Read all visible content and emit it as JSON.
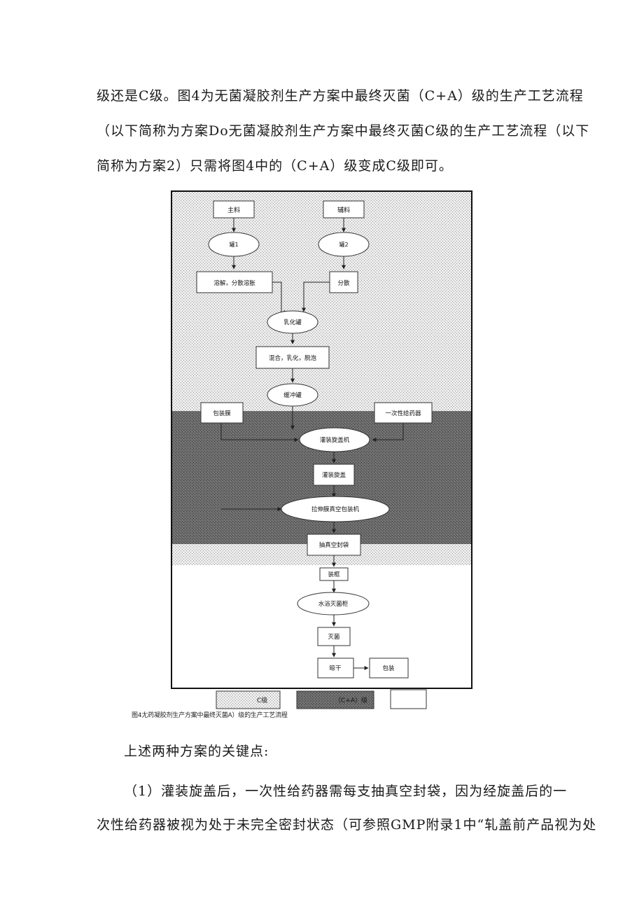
{
  "paragraphs": {
    "p1_line1": "级还是C级。图4为无菌凝胶剂生产方案中最终灭菌（C+A）级的生产工艺流程",
    "p1_line2": "（以下简称为方案Do无菌凝胶剂生产方案中最终灭菌C级的生产工艺流程（以下",
    "p1_line3": "简称为方案2）只需将图4中的（C+A）级变成C级即可。",
    "p2": "上述两种方案的关键点:",
    "p3_line1": "（1）灌装旋盖后，一次性给药器需每支抽真空封袋，因为经旋盖后的一",
    "p3_line2": "次性给药器被视为处于未完全密封状态（可参照GMP附录1中“轧盖前产品视为处"
  },
  "figure": {
    "nodes": {
      "main_material": "主料",
      "auxiliary_material": "辅料",
      "tank1": "罐1",
      "tank2": "罐2",
      "dissolve": "溶解，分散溶胀",
      "disperse": "分散",
      "emulsify_tank": "乳化罐",
      "mix": "混合，乳化，脱泡",
      "buffer_tank": "缓冲罐",
      "packaging_film": "包装膜",
      "applicator": "一次性给药器",
      "filling_machine": "灌装旋盖机",
      "filling": "灌装旋盖",
      "stretch_packer": "拉伸膜真空包装机",
      "vacuum_seal": "抽真空封袋",
      "frame": "装框",
      "sterilizer": "水浴灭菌柜",
      "sterilize": "灭菌",
      "dry": "晾干",
      "pack": "包装"
    },
    "legend": {
      "c_grade": "C级",
      "ca_grade": "（C+A）级",
      "white_zone": ""
    },
    "caption": "图4尢药凝胶剂生产方案中最终灭菌A）级的生产工艺流程",
    "colors": {
      "c_zone": "#e6e6e6",
      "ca_zone": "#666666",
      "white_zone": "#ffffff"
    }
  }
}
